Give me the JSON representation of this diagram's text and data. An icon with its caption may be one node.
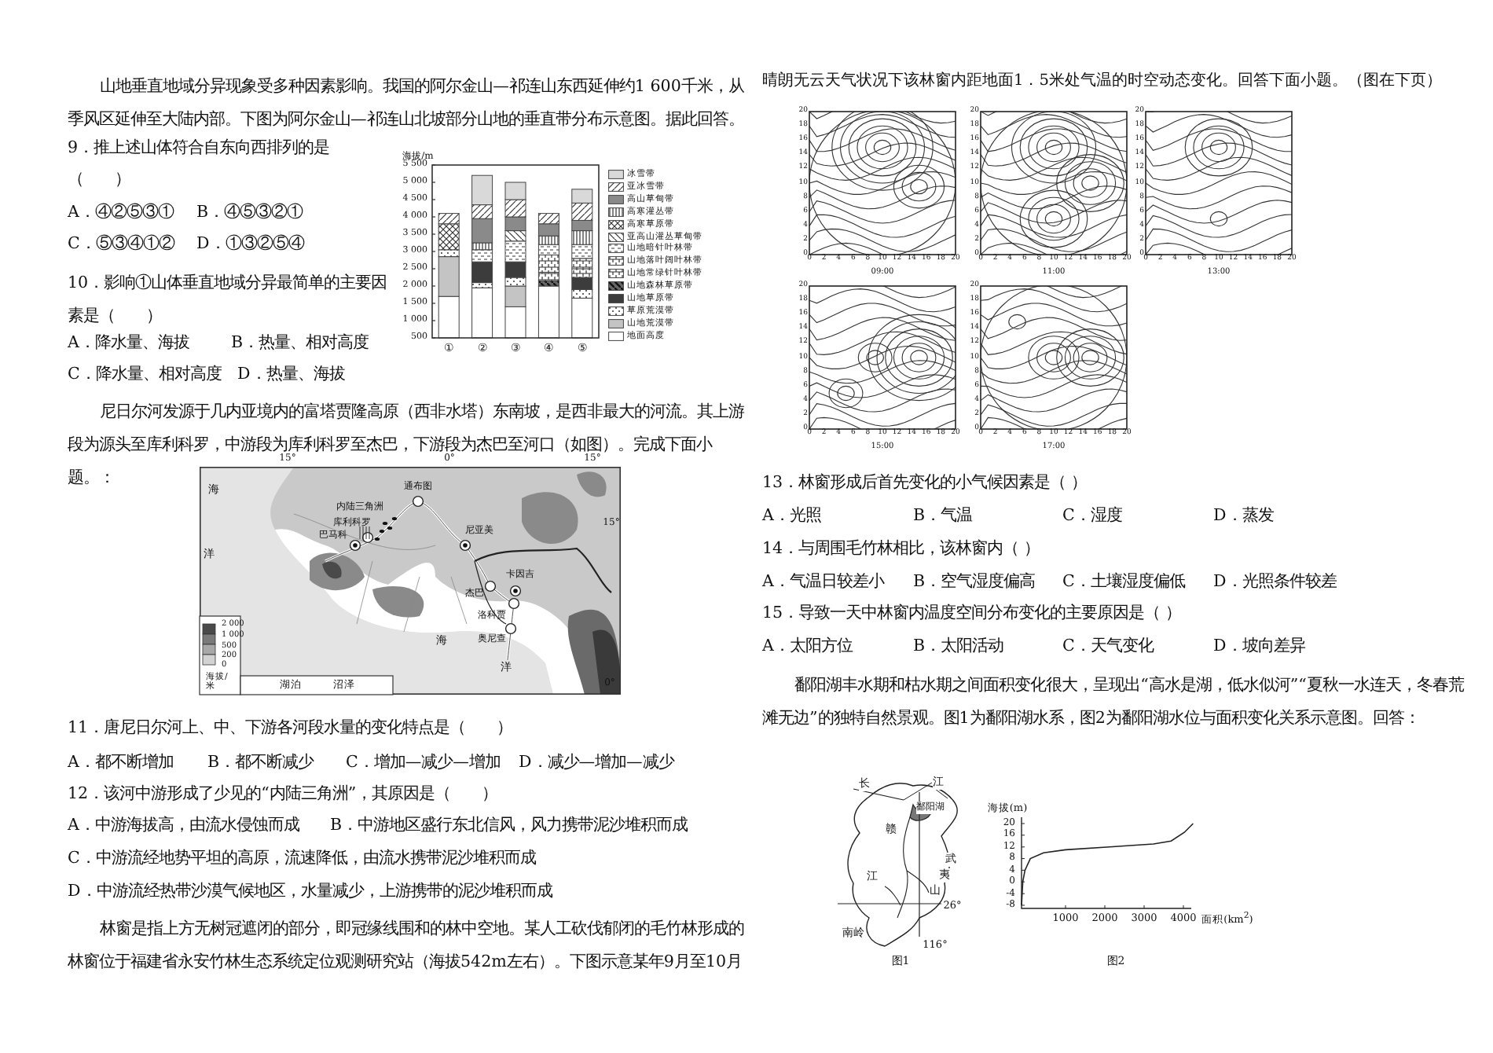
{
  "diagram": {
    "nodes": [
      {
        "text": [
          "09:00"
        ],
        "beside": [
          "20",
          "18",
          "16",
          "14",
          "12",
          "10",
          "8",
          "6",
          "4",
          "2",
          "0",
          "0",
          "2",
          "4",
          "6",
          "8",
          "10",
          "12",
          "14",
          "16",
          "18",
          "20"
        ]
      },
      {
        "text": [
          "11:00"
        ],
        "beside": [
          "20",
          "18",
          "16",
          "14",
          "12",
          "10",
          "8",
          "6",
          "4",
          "2",
          "0",
          "0",
          "2",
          "4",
          "6",
          "8",
          "10",
          "12",
          "14",
          "16",
          "18",
          "20"
        ]
      },
      {
        "text": [
          "13:00"
        ],
        "beside": [
          "20",
          "18",
          "16",
          "14",
          "12",
          "10",
          "8",
          "6",
          "4",
          "2",
          "0",
          "0",
          "2",
          "4",
          "6",
          "8",
          "10",
          "12",
          "14",
          "16",
          "18",
          "20"
        ]
      },
      {
        "text": [
          "15:00"
        ],
        "beside": [
          "20",
          "18",
          "16",
          "14",
          "12",
          "10",
          "8",
          "6",
          "4",
          "2",
          "0",
          "0",
          "2",
          "4",
          "6",
          "8",
          "10",
          "12",
          "14",
          "16",
          "18",
          "20"
        ]
      },
      {
        "text": [
          "17:00"
        ],
        "beside": [
          "20",
          "18",
          "16",
          "14",
          "12",
          "10",
          "8",
          "6",
          "4",
          "2",
          "0",
          "0",
          "2",
          "4",
          "6",
          "8",
          "10",
          "12",
          "14",
          "16",
          "18",
          "20"
        ]
      }
    ],
    "labels": [
      "山地垂直地域分异现象受多种因素影响。我国的阿尔金山—祁连山东西延伸约1 600千米，从季风区延伸至大陆内部。下图为阿尔金山—祁连山北坡部分山地的垂直带分布示意图。据此回答。",
      "9．推上述山体符合自东向西排列的是",
      "（　　）",
      "A．④②⑤③①",
      "B．④⑤③②①",
      "C．⑤③④①②",
      "D．①③②⑤④",
      "10．影响①山体垂直地域分异最简单的主要因素是（　　）",
      "A．降水量、海拔",
      "B．热量、相对高度",
      "C．降水量、相对高度",
      "D．热量、海拔",
      "海拔/m",
      "5 500",
      "5 000",
      "4 500",
      "4 000",
      "3 500",
      "3 000",
      "2 500",
      "2 000",
      "1 500",
      "1 000",
      "500",
      "①",
      "②",
      "③",
      "④",
      "⑤",
      "尼日尔河发源于几内亚境内的富塔贾隆高原（西非水塔）东南坡，是西非最大的河流。其上游段为源头至库利科罗，中游段为库利科罗至杰巴，下游段为杰巴至河口（如图）。完成下面小题。：",
      "15°",
      "0°",
      "15°",
      "海",
      "通布图",
      "内陆三角洲",
      "库利科罗",
      "巴马科",
      "15°",
      "尼亚美",
      "洋",
      "卡因吉",
      "杰巴",
      "洛科贾",
      "海",
      "奥尼查",
      "洋",
      "0°",
      "2 000",
      "1 000",
      "500",
      "200",
      "0",
      "海拔/米",
      "11．唐尼日尔河上、中、下游各河段水量的变化特点是（　　）",
      "A．都不断增加",
      "B．都不断减少",
      "C．增加—减少—增加",
      "D．减少—增加—减少",
      "12．该河中游形成了少见的“内陆三角洲”，其原因是（　　）",
      "A．中游海拔高，由流水侵蚀而成",
      "B．中游地区盛行东北信风，风力携带泥沙堆积而成",
      "C．中游流经地势平坦的高原，流速降低，由流水携带泥沙堆积而成",
      "D．中游流经热带沙漠气候地区，水量减少，上游携带的泥沙堆积而成",
      "林窗是指上方无树冠遮闭的部分，即冠缘线围和的林中空地。某人工砍伐郁闭的毛竹林形成的林窗位于福建省永安竹林生态系统定位观测研究站（海拔542m左右）。下图示意某年9月至10月",
      "晴朗无云天气状况下该林窗内距地面1．5米处气温的时空动态变化。回答下面小题。（图在下页）",
      "13．林窗形成后首先变化的小气候因素是（ ）",
      "A．光照",
      "B．气温",
      "C．湿度",
      "D．蒸发",
      "14．与周围毛竹林相比，该林窗内（ ）",
      "A．气温日较差小",
      "B．空气湿度偏高",
      "C．土壤湿度偏低",
      "D．光照条件较差",
      "15．导致一天中林窗内温度空间分布变化的主要原因是（ ）",
      "A．太阳方位",
      "B．太阳活动",
      "C．天气变化",
      "D．坡向差异",
      "鄱阳湖丰水期和枯水期之间面积变化很大，呈现出“高水是湖，低水似河”“夏秋一水连天，冬春荒滩无边”的独特自然景观。图1为鄱阳湖水系，图2为鄱阳湖水位与面积变化关系示意图。回答：",
      "长",
      "江",
      "鄱阳湖",
      "赣",
      "武",
      "江",
      "夷",
      "山",
      "26°",
      "南岭",
      "116°",
      "图1",
      "海拔(m)",
      "20",
      "16",
      "12",
      "8",
      "4",
      "0",
      "-4",
      "-8",
      "1000",
      "2000",
      "3000",
      "4000",
      "面积(km$^{2}$)",
      "图2"
    ],
    "legend": [
      {
        "text": "冰雪带",
        "color": "#d9d9d9"
      },
      {
        "text": "亚冰雪带"
      },
      {
        "text": "高山草甸带",
        "color": "#8a8a8a"
      },
      {
        "text": "高寒灌丛带"
      },
      {
        "text": "高寒草原带"
      },
      {
        "text": "亚高山灌丛草甸带"
      },
      {
        "text": "山地暗针叶林带"
      },
      {
        "text": "山地落叶阔叶林带"
      },
      {
        "text": "山地常绿针叶林带"
      },
      {
        "text": "山地森林草原带"
      },
      {
        "text": "山地草原带",
        "color": "#3c3c3c"
      },
      {
        "text": "草原荒漠带"
      },
      {
        "text": "山地荒漠带",
        "color": "#c4c4c4"
      },
      {
        "text": "地面高度",
        "color": "#ffffff"
      },
      {
        "text": "湖泊"
      },
      {
        "text": "沼泽"
      }
    ]
  }
}
